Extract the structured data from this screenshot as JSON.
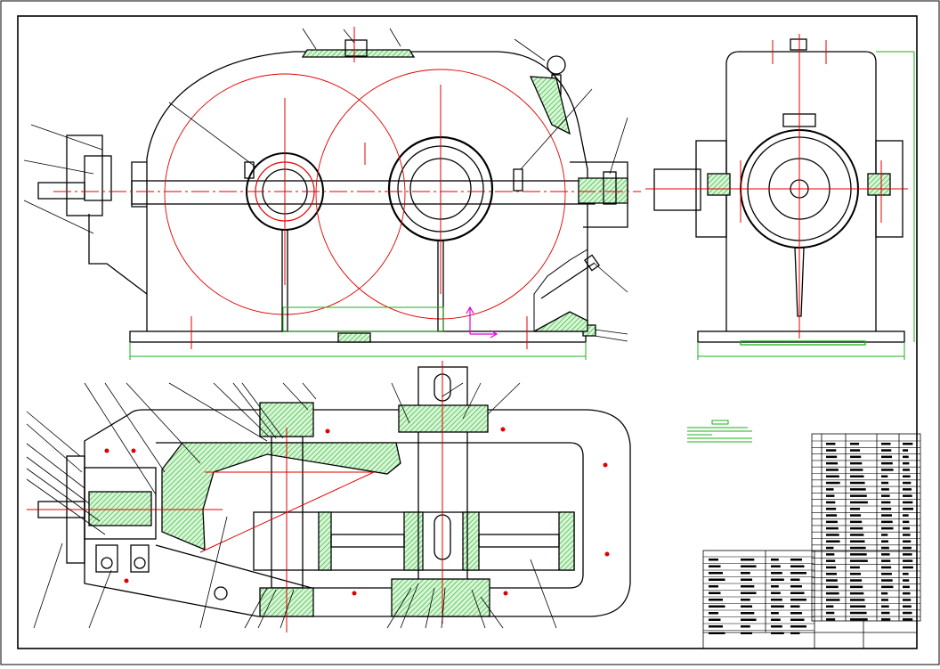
{
  "colors": {
    "line": "#000000",
    "center": "#e00000",
    "hatch": "#19b219",
    "background": "#ffffff",
    "axis_marker": "#e000e0"
  },
  "drawing": {
    "views": [
      "front-view",
      "side-view",
      "plan-section-view"
    ],
    "title_block": "bottom-right",
    "bom_table": "right-column"
  }
}
